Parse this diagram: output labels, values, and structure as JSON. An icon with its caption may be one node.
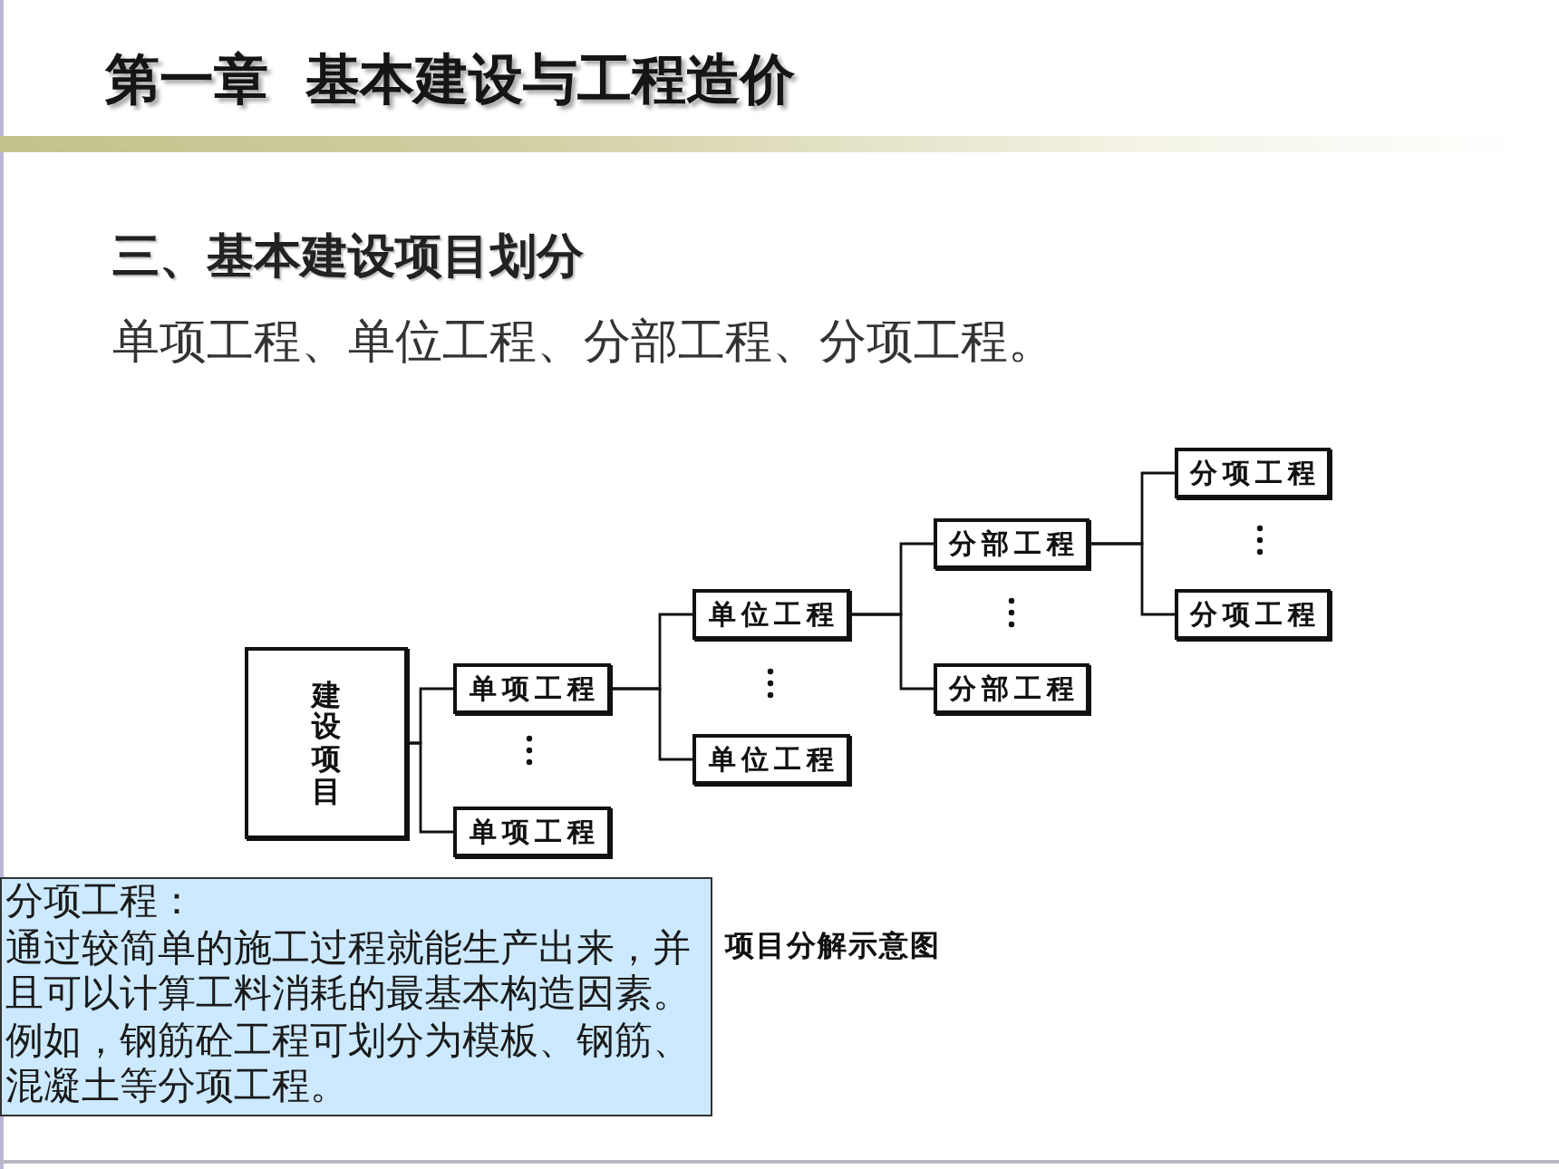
{
  "diagram": {
    "title": "第一章 基本建设与工程造价",
    "caption": "项目分解示意图",
    "nodes": [
      {
        "text": [
          "建设项目"
        ]
      },
      {
        "text": [
          "单项工程"
        ]
      },
      {
        "text": [
          "单项工程"
        ]
      },
      {
        "text": [
          "单位工程"
        ]
      },
      {
        "text": [
          "单位工程"
        ]
      },
      {
        "text": [
          "分部工程"
        ]
      },
      {
        "text": [
          "分部工程"
        ]
      },
      {
        "text": [
          "分项工程"
        ]
      },
      {
        "text": [
          "分项工程"
        ]
      },
      {
        "text": [
          "分项工程：",
          "通过较简单的施工过程就能生产出来，并且可以计算工料消耗的最基本构造因素。例如，钢筋砼工程可划分为模板、钢筋、混凝土等分项工程。"
        ]
      }
    ],
    "edges": [
      {
        "from": 0,
        "to": 1,
        "arrow": "none"
      },
      {
        "from": 0,
        "to": 2,
        "arrow": "none"
      },
      {
        "from": 1,
        "to": 3,
        "arrow": "none"
      },
      {
        "from": 1,
        "to": 4,
        "arrow": "none"
      },
      {
        "from": 3,
        "to": 5,
        "arrow": "none"
      },
      {
        "from": 3,
        "to": 6,
        "arrow": "none"
      },
      {
        "from": 5,
        "to": 7,
        "arrow": "none"
      },
      {
        "from": 5,
        "to": 8,
        "arrow": "none"
      }
    ],
    "labels": [
      "三、基本建设项目划分",
      "单项工程、单位工程、分部工程、分项工程。"
    ]
  }
}
